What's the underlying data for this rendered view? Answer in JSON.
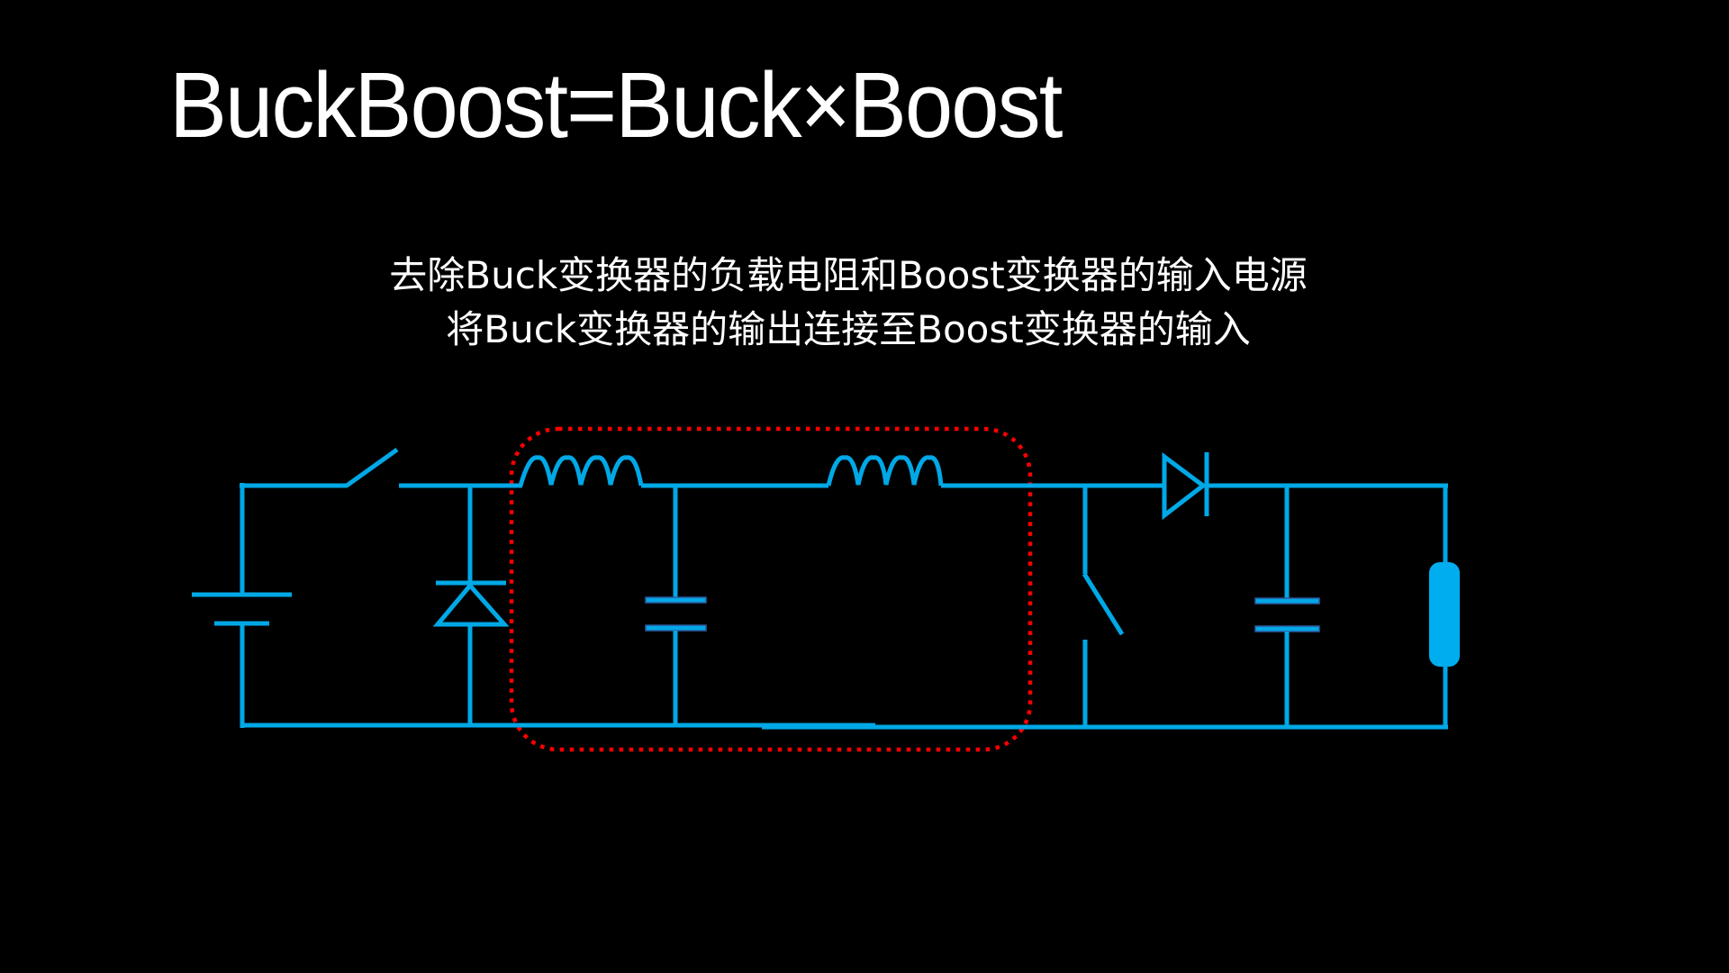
{
  "slide": {
    "title": "BuckBoost=Buck×Boost",
    "subtitle_lines": [
      "去除Buck变换器的负载电阻和Boost变换器的输入电源",
      "将Buck变换器的输出连接至Boost变换器的输入"
    ]
  },
  "diagram": {
    "type": "circuit-schematic",
    "colors": {
      "background": "#000000",
      "wire": "#00a8e6",
      "highlight_box": "#ff0000",
      "text": "#ffffff"
    },
    "components": [
      {
        "id": "input-source",
        "kind": "battery",
        "stage": "buck"
      },
      {
        "id": "buck-switch",
        "kind": "switch",
        "state": "open",
        "stage": "buck"
      },
      {
        "id": "buck-diode",
        "kind": "diode",
        "stage": "buck"
      },
      {
        "id": "buck-inductor",
        "kind": "inductor",
        "stage": "buck",
        "highlighted": true
      },
      {
        "id": "buck-capacitor",
        "kind": "capacitor",
        "stage": "buck",
        "highlighted": true
      },
      {
        "id": "boost-inductor",
        "kind": "inductor",
        "stage": "boost",
        "highlighted": true
      },
      {
        "id": "boost-switch",
        "kind": "switch",
        "state": "open",
        "stage": "boost"
      },
      {
        "id": "boost-diode",
        "kind": "diode",
        "stage": "boost"
      },
      {
        "id": "boost-capacitor",
        "kind": "capacitor",
        "stage": "boost"
      },
      {
        "id": "load-resistor",
        "kind": "resistor",
        "stage": "boost"
      }
    ],
    "highlight": {
      "style": "dotted-rounded-rectangle",
      "encloses": [
        "buck-inductor",
        "buck-capacitor",
        "boost-inductor"
      ]
    }
  }
}
